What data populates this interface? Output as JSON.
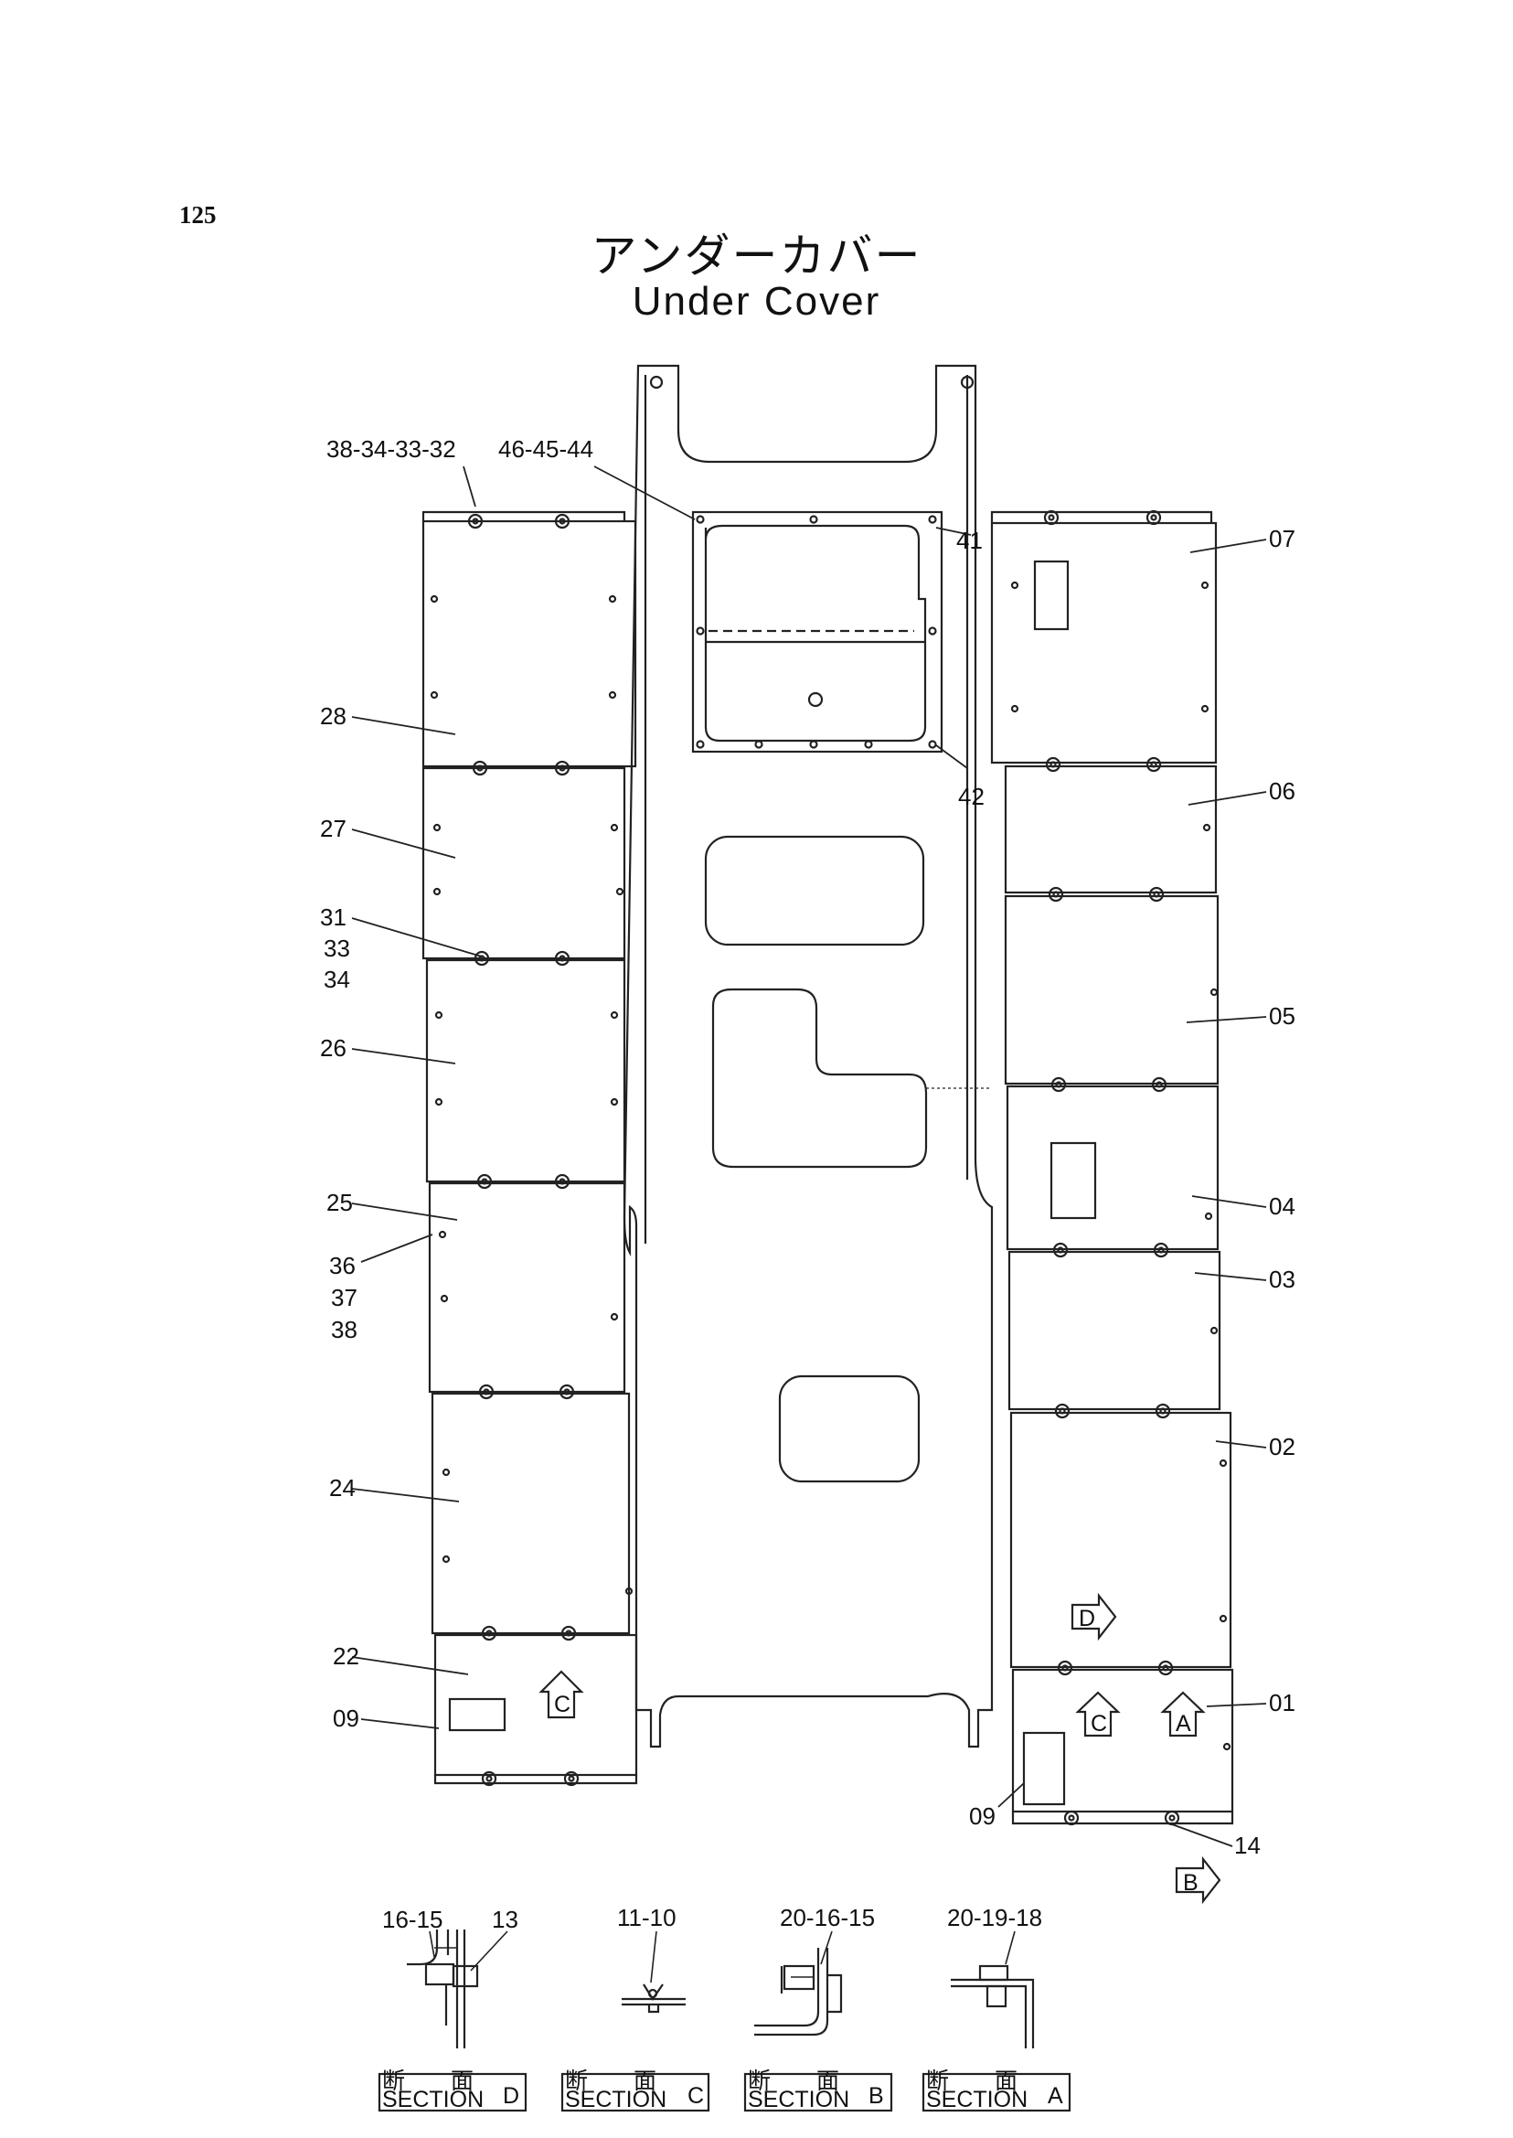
{
  "page_number": "125",
  "title_jp": "アンダーカバー",
  "title_en": "Under Cover",
  "callouts": {
    "c38_34_33_32": "38-34-33-32",
    "c46_45_44": "46-45-44",
    "c41": "41",
    "c42": "42",
    "c07": "07",
    "c06": "06",
    "c05": "05",
    "c04": "04",
    "c03": "03",
    "c02": "02",
    "c01": "01",
    "c14": "14",
    "c09_right": "09",
    "c28": "28",
    "c27": "27",
    "c31": "31",
    "c33": "33",
    "c34": "34",
    "c26": "26",
    "c25": "25",
    "c36": "36",
    "c37": "37",
    "c38": "38",
    "c24": "24",
    "c22": "22",
    "c09_left": "09"
  },
  "view_markers": {
    "c_left": "C",
    "d_right": "D",
    "c_right": "C",
    "a_right": "A",
    "b_bottom": "B"
  },
  "sections": [
    {
      "parts": "16-15",
      "parts2": "13",
      "jp": "断　　面",
      "label": "SECTION",
      "letter": "D"
    },
    {
      "parts": "11-10",
      "parts2": "",
      "jp": "断　　面",
      "label": "SECTION",
      "letter": "C"
    },
    {
      "parts": "20-16-15",
      "parts2": "",
      "jp": "断　　面",
      "label": "SECTION",
      "letter": "B"
    },
    {
      "parts": "20-19-18",
      "parts2": "",
      "jp": "断　　面",
      "label": "SECTION",
      "letter": "A"
    }
  ]
}
